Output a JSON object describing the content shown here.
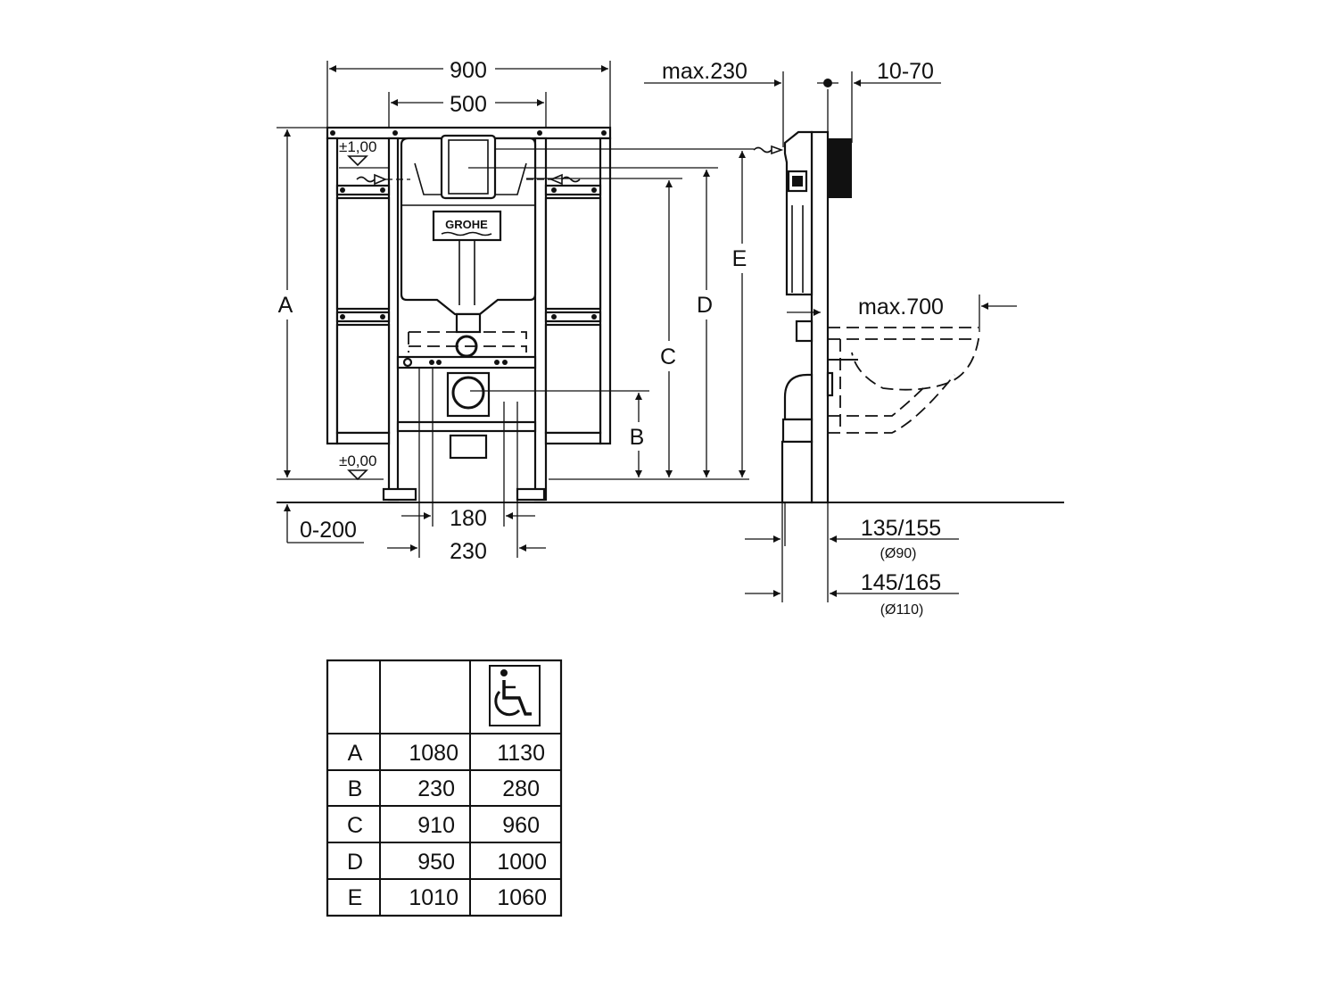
{
  "front_view": {
    "dim_width_total": "900",
    "dim_width_inner": "500",
    "level_top": "±1,00",
    "level_zero": "±0,00",
    "dim_floor_adjust": "0-200",
    "dim_180": "180",
    "dim_230": "230",
    "label_a": "A",
    "label_b": "B",
    "label_c": "C",
    "label_d": "D",
    "label_e": "E",
    "brand_logo": "GROHE"
  },
  "side_view": {
    "dim_max230": "max.230",
    "dim_10_70": "10-70",
    "dim_max700": "max.700",
    "dim_135_155": "135/155",
    "dim_d90": "(Ø90)",
    "dim_145_165": "145/165",
    "dim_d110": "(Ø110)"
  },
  "table": {
    "header_icon": "wheelchair-accessible-icon",
    "rows": [
      {
        "label": "A",
        "standard": "1080",
        "accessible": "1130"
      },
      {
        "label": "B",
        "standard": "230",
        "accessible": "280"
      },
      {
        "label": "C",
        "standard": "910",
        "accessible": "960"
      },
      {
        "label": "D",
        "standard": "950",
        "accessible": "1000"
      },
      {
        "label": "E",
        "standard": "1010",
        "accessible": "1060"
      }
    ]
  }
}
